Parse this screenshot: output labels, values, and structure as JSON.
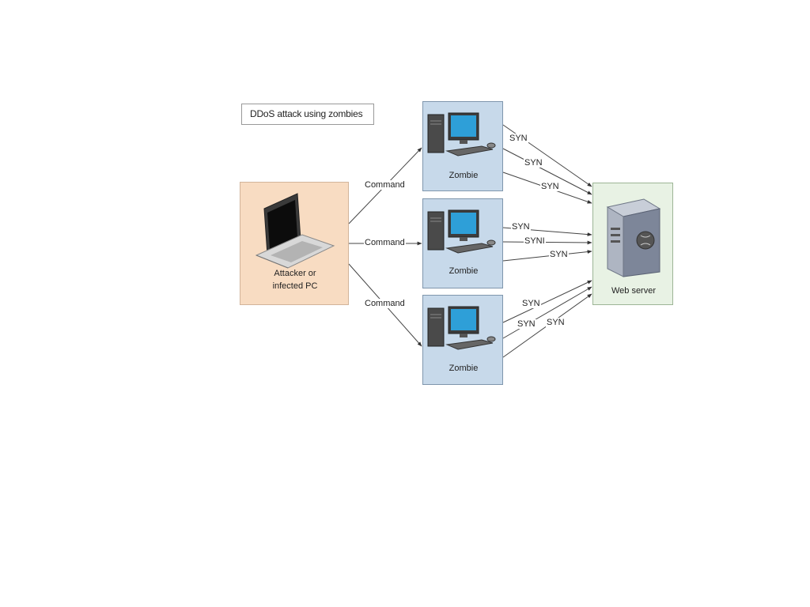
{
  "diagram": {
    "title": "DDoS attack using zombies",
    "attacker_label": [
      "Attacker or",
      "infected PC"
    ],
    "zombies": [
      {
        "label": "Zombie",
        "syn_labels": [
          "SYN",
          "SYN",
          "SYN"
        ]
      },
      {
        "label": "Zombie",
        "syn_labels": [
          "SYN",
          "SYNI",
          "SYN"
        ]
      },
      {
        "label": "Zombie",
        "syn_labels": [
          "SYN",
          "SYN",
          "SYN"
        ]
      }
    ],
    "command_labels": [
      "Command",
      "Command",
      "Command"
    ],
    "server_label": "Web server",
    "colors": {
      "attacker_fill": "#f8dcc2",
      "zombie_fill": "#c7d9ea",
      "server_fill": "#e8f2e4",
      "arrow": "#333333"
    }
  }
}
